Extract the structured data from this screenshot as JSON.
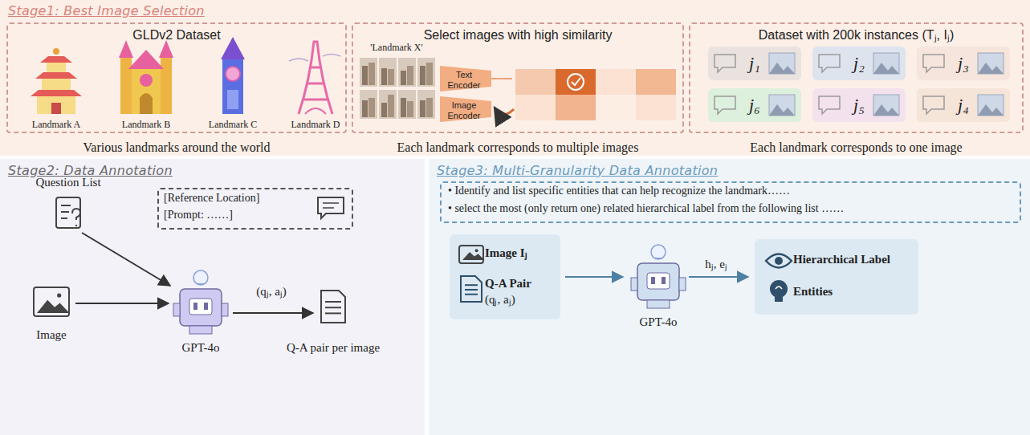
{
  "diagram": {
    "nodes": [
      {
        "text": [
          "Stage1: Best Image Selection"
        ]
      },
      {
        "text": [
          "GLDv2 Dataset",
          "Various landmarks around the world"
        ],
        "in": 0
      },
      {
        "text": [
          "Select images with high similarity",
          "Each landmark corresponds to multiple images"
        ],
        "in": 0
      },
      {
        "text": [
          "Text Encoder"
        ],
        "in": 2
      },
      {
        "text": [
          "Image Encoder"
        ],
        "in": 2
      },
      {
        "text": [
          "Dataset with 200k instances (Tⱼ, Iⱼ)",
          "Each landmark corresponds to one image"
        ],
        "in": 0
      },
      {
        "text": [
          "j₁"
        ],
        "in": 5
      },
      {
        "text": [
          "j₂"
        ],
        "in": 5
      },
      {
        "text": [
          "j₃"
        ],
        "in": 5
      },
      {
        "text": [
          "j₆"
        ],
        "in": 5
      },
      {
        "text": [
          "j₅"
        ],
        "in": 5
      },
      {
        "text": [
          "j₄"
        ],
        "in": 5
      },
      {
        "text": [
          "Stage2: Data Annotation"
        ]
      },
      {
        "text": [
          "[Reference Location]",
          "[Prompt: ……]"
        ],
        "in": 12
      },
      {
        "text": [
          "Stage3: Multi-Granularity Data Annotation"
        ]
      },
      {
        "text": [
          "• Identify and list specific entities that can help recognize the landmark……",
          "• select the most (only return one) related hierarchical label from the following list ……"
        ],
        "in": 14
      },
      {
        "text": [
          "Image Iⱼ",
          "Q-A Pair",
          "(qⱼ, aⱼ)"
        ],
        "in": 14
      },
      {
        "text": [
          "Hierarchical Label",
          "Entities"
        ],
        "in": 14
      }
    ],
    "labels": [
      "Landmark A",
      "Landmark B",
      "Landmark C",
      "Landmark D",
      "'Landmark X'",
      "Question List",
      "Image",
      "GPT-4o",
      "(qⱼ, aⱼ)",
      "Q-A pair per image",
      "GPT-4o",
      "hⱼ, eⱼ"
    ]
  }
}
